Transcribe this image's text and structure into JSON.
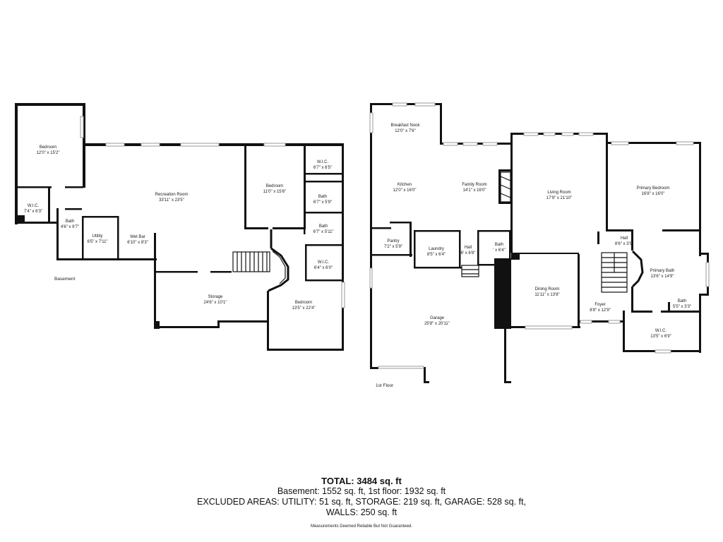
{
  "floors": {
    "basement": "Basement",
    "first": "1st Floor"
  },
  "rooms": {
    "b_bedroom1": {
      "name": "Bedroom",
      "dims": "12'0\" x 15'2\""
    },
    "b_wic1": {
      "name": "W.I.C.",
      "dims": "7'4\" x 6'3\""
    },
    "b_bath1": {
      "name": "Bath",
      "dims": "4'6\" x 9'7\""
    },
    "b_utility": {
      "name": "Utility",
      "dims": "6'5\" x 7'11\""
    },
    "b_wetbar": {
      "name": "Wet Bar",
      "dims": "6'10\" x 8'3\""
    },
    "b_recroom": {
      "name": "Recreation Room",
      "dims": "33'11\" x 23'5\""
    },
    "b_bedroom2": {
      "name": "Bedroom",
      "dims": "11'0\" x 15'6\""
    },
    "b_wic2": {
      "name": "W.I.C.",
      "dims": "6'7\" x 6'5\""
    },
    "b_bath2": {
      "name": "Bath",
      "dims": "6'7\" x 5'9\""
    },
    "b_bath3": {
      "name": "Bath",
      "dims": "6'7\" x 5'11\""
    },
    "b_wic3": {
      "name": "W.I.C.",
      "dims": "6'4\" x 6'0\""
    },
    "b_storage": {
      "name": "Storage",
      "dims": "24'6\" x 10'1\""
    },
    "b_bedroom3": {
      "name": "Bedroom",
      "dims": "13'5\" x 22'4\""
    },
    "f_nook": {
      "name": "Breakfast Nook",
      "dims": "12'0\" x 7'6\""
    },
    "f_kitchen": {
      "name": "Kitchen",
      "dims": "12'0\" x 16'0\""
    },
    "f_family": {
      "name": "Family Room",
      "dims": "14'1\" x 16'0\""
    },
    "f_living": {
      "name": "Living Room",
      "dims": "17'9\" x 21'10\""
    },
    "f_primary": {
      "name": "Primary Bedroom",
      "dims": "16'8\" x 16'0\""
    },
    "f_pantry": {
      "name": "Pantry",
      "dims": "7'2\" x 5'9\""
    },
    "f_laundry": {
      "name": "Laundry",
      "dims": "8'5\" x 6'4\""
    },
    "f_hall1": {
      "name": "Hall",
      "dims": "6' x 6'8\""
    },
    "f_bath1": {
      "name": "Bath",
      "dims": "' x 6'4\""
    },
    "f_hall2": {
      "name": "Hall",
      "dims": "8'6\" x 3'9\""
    },
    "f_primbath": {
      "name": "Primary Bath",
      "dims": "13'6\" x 14'9\""
    },
    "f_dining": {
      "name": "Dining Room",
      "dims": "11'11\" x 13'8\""
    },
    "f_foyer": {
      "name": "Foyer",
      "dims": "8'8\" x 12'9\""
    },
    "f_bath2": {
      "name": "Bath",
      "dims": "5'5\" x 3'3\""
    },
    "f_wic": {
      "name": "W.I.C.",
      "dims": "13'5\" x 6'9\""
    },
    "f_garage": {
      "name": "Garage",
      "dims": "25'8\" x 20'11\""
    }
  },
  "summary": {
    "total": "TOTAL: 3484 sq. ft",
    "line1": "Basement: 1552 sq. ft, 1st floor: 1932 sq. ft",
    "line2": "EXCLUDED AREAS: UTILITY: 51 sq. ft, STORAGE: 219 sq. ft, GARAGE: 528 sq. ft,",
    "line3": "WALLS: 250 sq. ft"
  },
  "disclaimer": "Measurements Deemed Reliable But Not Guaranteed."
}
